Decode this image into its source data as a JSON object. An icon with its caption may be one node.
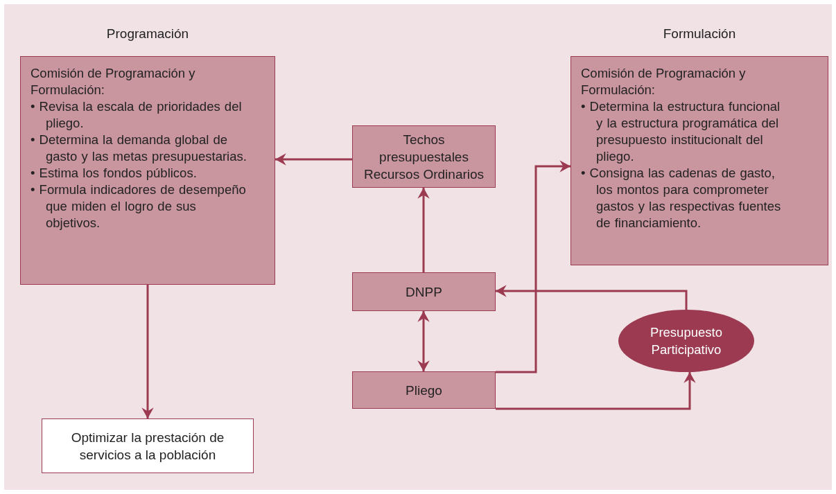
{
  "diagram": {
    "nodes": [
      {
        "text": [
          "Programación",
          "Comisión de Programación y Formulación:",
          "• Revisa la escala de prioridades del pliego.",
          "• Determina la demanda global de gasto y las metas presupuestarias.",
          "• Estima los fondos públicos.",
          "• Formula indicadores de desempeño que miden el logro de sus objetivos."
        ]
      },
      {
        "text": [
          "Techos presupuestales Recursos Ordinarios"
        ]
      },
      {
        "text": [
          "Formulación",
          "Comisión de Programación y Formulación:",
          "• Determina la estructura funcional y la estructura programática del presupuesto institucionalt del pliego.",
          "• Consigna las cadenas de gasto, los montos para comprometer gastos y las respectivas fuentes de financiamiento."
        ]
      },
      {
        "text": [
          "DNPP"
        ]
      },
      {
        "text": [
          "Presupuesto Participativo"
        ]
      },
      {
        "text": [
          "Pliego"
        ]
      },
      {
        "text": [
          "Optimizar la prestación de servicios a la población"
        ]
      }
    ],
    "edges": [
      {
        "from": 1,
        "to": 0,
        "arrow": "to"
      },
      {
        "from": 3,
        "to": 1,
        "arrow": "to"
      },
      {
        "from": 3,
        "to": 5,
        "arrow": "both"
      },
      {
        "from": 5,
        "to": 2,
        "arrow": "to"
      },
      {
        "from": 5,
        "to": 4,
        "arrow": "to"
      },
      {
        "from": 4,
        "to": 3,
        "arrow": "to"
      },
      {
        "from": 0,
        "to": 6,
        "arrow": "to"
      }
    ]
  }
}
